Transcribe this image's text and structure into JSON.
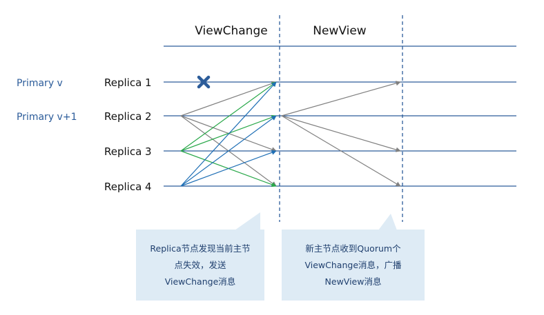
{
  "phases": {
    "view_change": "ViewChange",
    "new_view": "NewView"
  },
  "primaries": {
    "current": "Primary v",
    "next": "Primary v+1"
  },
  "replicas": [
    {
      "label": "Replica 1"
    },
    {
      "label": "Replica 2"
    },
    {
      "label": "Replica 3"
    },
    {
      "label": "Replica 4"
    }
  ],
  "failed_marker": "failed-replica-x-icon",
  "message_groups": [
    {
      "from": 2,
      "phase": "view_change",
      "color": "#808080",
      "to": [
        1,
        3,
        4
      ]
    },
    {
      "from": 3,
      "phase": "view_change",
      "color": "#2aa84a",
      "to": [
        1,
        2,
        4
      ]
    },
    {
      "from": 4,
      "phase": "view_change",
      "color": "#1f6fb5",
      "to": [
        1,
        2,
        3
      ]
    },
    {
      "from": 2,
      "phase": "new_view",
      "color": "#808080",
      "to": [
        1,
        3,
        4
      ]
    }
  ],
  "colors": {
    "rule": "#2c5c9a",
    "x_mark": "#2c5c9a",
    "callout_bg": "#deebf5"
  },
  "callouts": {
    "view_change": [
      "Replica节点发现当前主节",
      "点失效，发送",
      "ViewChange消息"
    ],
    "new_view": [
      "新主节点收到Quorum个",
      "ViewChange消息，广播",
      "NewView消息"
    ]
  }
}
